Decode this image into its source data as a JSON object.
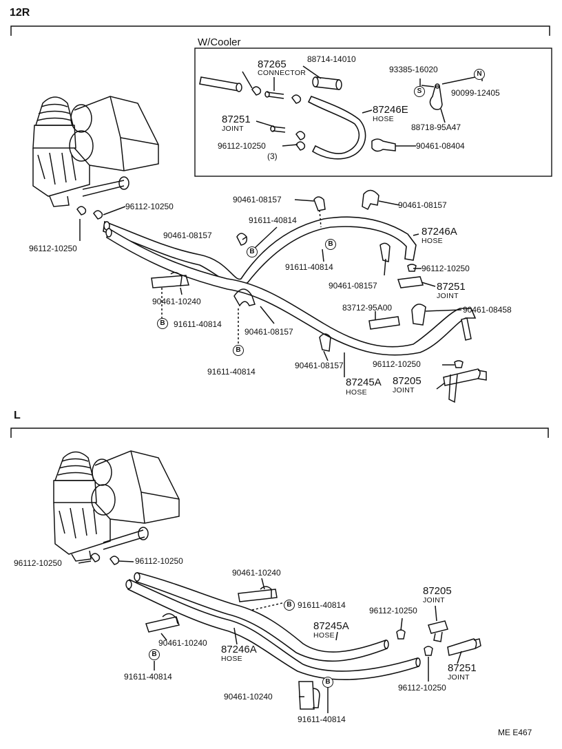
{
  "sections": {
    "r": "12R",
    "l": "L"
  },
  "inset_title": "W/Cooler",
  "code": "ME  E467",
  "markers": {
    "b": "B",
    "s": "S",
    "n": "N"
  },
  "inset": {
    "p87265": "87265",
    "connector": "CONNECTOR",
    "p88714": "88714-14010",
    "p93385": "93385-16020",
    "p90099": "90099-12405",
    "p87251": "87251",
    "joint": "JOINT",
    "p87246e": "87246E",
    "hose": "HOSE",
    "p88718": "88718-95A47",
    "p96112": "96112-10250",
    "qty3": "(3)",
    "p90461": "90461-08404"
  },
  "upper": {
    "clamp_a": "96112-10250",
    "clamp_b": "96112-10250",
    "bracket_top1": "90461-08157",
    "bolt_top1": "91611-40814",
    "bracket_left": "90461-08157",
    "bracket_top2": "90461-08157",
    "p87246a": "87246A",
    "hose_a": "HOSE",
    "bolt_mid": "91611-40814",
    "clamp_r": "96112-10250",
    "bracket_mid": "90461-08157",
    "p87251": "87251",
    "joint": "JOINT",
    "p83712": "83712-95A00",
    "p90461_08458": "90461-08458",
    "bracket_plate": "90461-10240",
    "bolt_left": "91611-40814",
    "bracket_lower": "90461-08157",
    "bolt_bottom": "91611-40814",
    "bracket_bottom": "90461-08157",
    "clamp_bottom": "96112-10250",
    "p87245a": "87245A",
    "hose_b": "HOSE",
    "p87205": "87205",
    "joint2": "JOINT"
  },
  "lower": {
    "clamp_a": "96112-10250",
    "clamp_b": "96112-10250",
    "bracket_top": "90461-10240",
    "bolt_top": "91611-40814",
    "p87205": "87205",
    "joint": "JOINT",
    "clamp_r": "96112-10250",
    "p87245a": "87245A",
    "hose_a": "HOSE",
    "bracket_left": "90461-10240",
    "p87246a": "87246A",
    "hose_b": "HOSE",
    "bolt_left": "91611-40814",
    "p87251": "87251",
    "joint2": "JOINT",
    "clamp_r2": "96112-10250",
    "bracket_bottom": "90461-10240",
    "bolt_bottom": "91611-40814"
  }
}
